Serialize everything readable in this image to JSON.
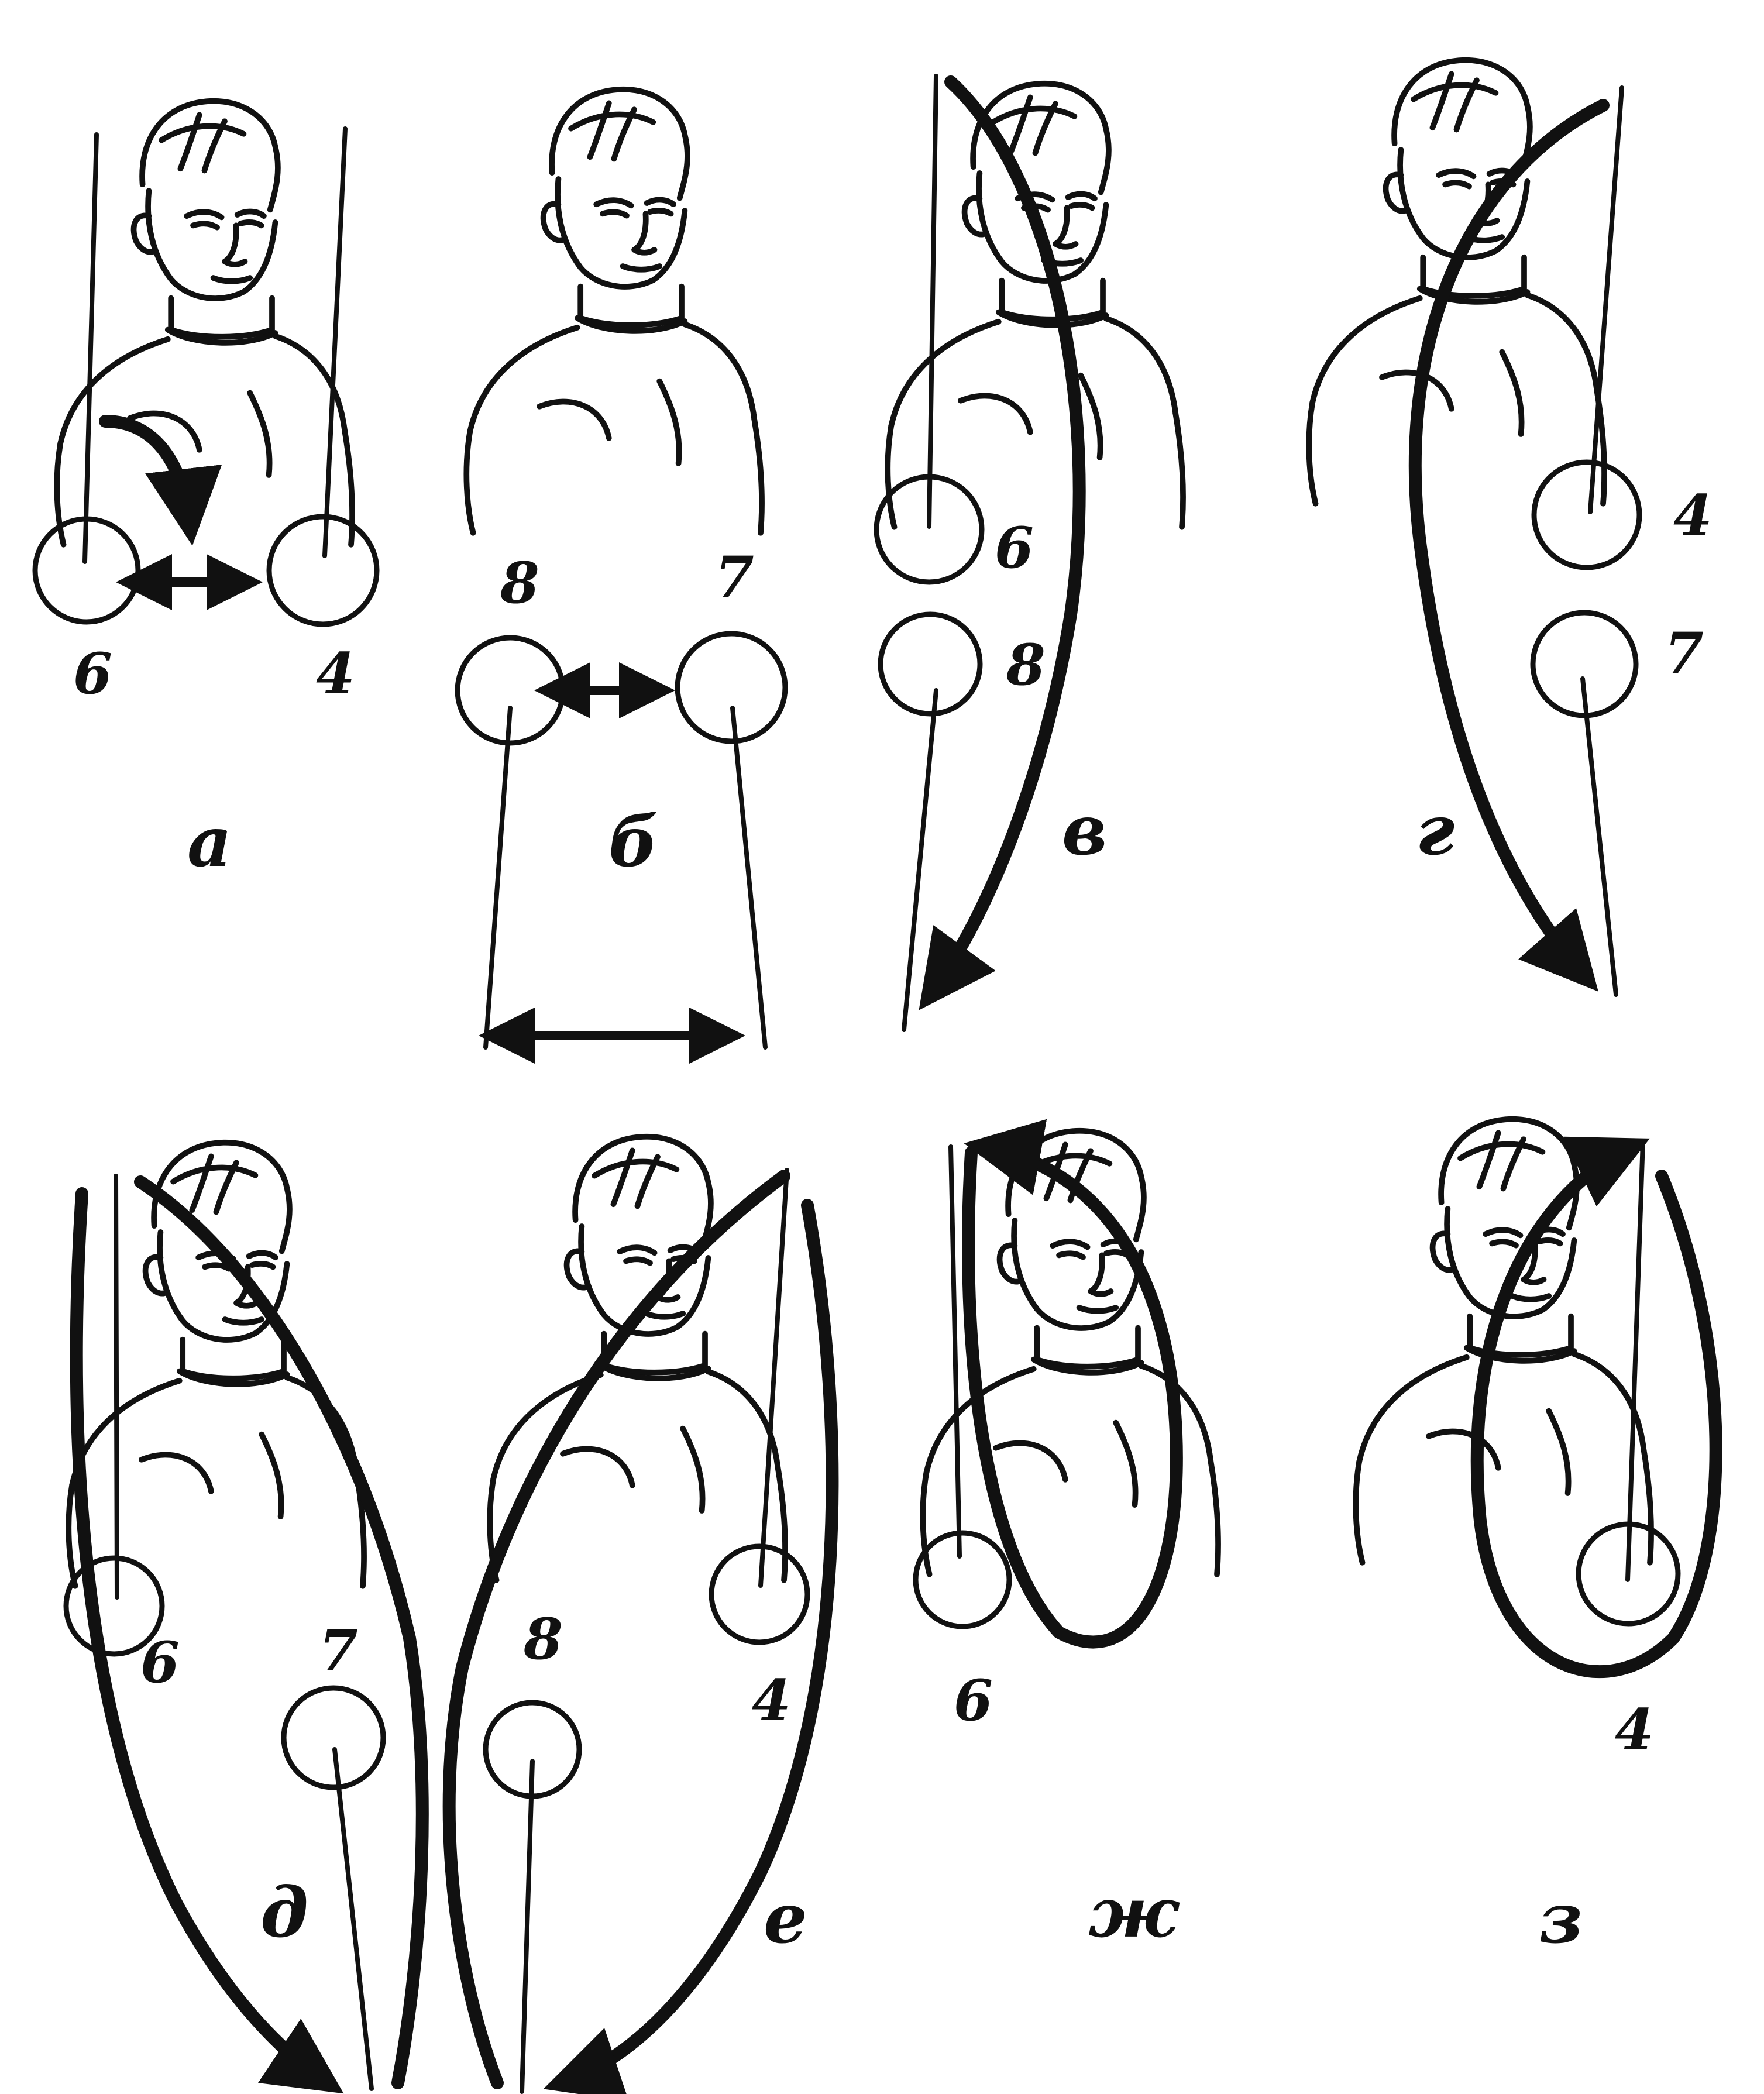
{
  "panels": [
    {
      "id": "a",
      "letter": "а",
      "targets": [
        "6",
        "4"
      ]
    },
    {
      "id": "b",
      "letter": "б",
      "targets": [
        "8",
        "7"
      ]
    },
    {
      "id": "v",
      "letter": "в",
      "targets": [
        "6",
        "8"
      ]
    },
    {
      "id": "g",
      "letter": "г",
      "targets": [
        "4",
        "7"
      ]
    },
    {
      "id": "d",
      "letter": "д",
      "targets": [
        "6",
        "7"
      ]
    },
    {
      "id": "e",
      "letter": "е",
      "targets": [
        "8",
        "4"
      ]
    },
    {
      "id": "zh",
      "letter": "ж",
      "targets": [
        "6"
      ]
    },
    {
      "id": "z",
      "letter": "з",
      "targets": [
        "4"
      ]
    }
  ],
  "colors": {
    "ink": "#111111",
    "paper": "#ffffff"
  }
}
